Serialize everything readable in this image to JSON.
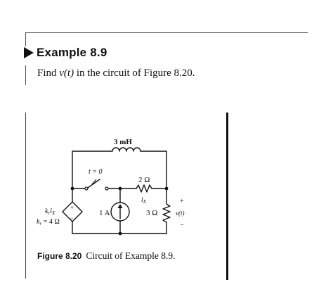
{
  "example": {
    "heading": "Example 8.9",
    "problem_prefix": "Find ",
    "problem_variable": "v(t)",
    "problem_suffix": " in the circuit of  Figure 8.20."
  },
  "circuit": {
    "inductor_label": "3 mH",
    "switch_label": "t = 0",
    "resistor_top_label": "2 Ω",
    "current_label": "i",
    "current_subscript": "X",
    "resistor_right_label": "3 Ω",
    "current_source_label": "1 A",
    "dependent_source_gain_label": "k",
    "dependent_source_gain_subscript": "r",
    "dependent_source_current_label": "i",
    "dependent_source_current_subscript": "X",
    "gain_value_prefix": "k",
    "gain_value_subscript": "r",
    "gain_value_suffix": " = 4 Ω",
    "output_plus": "+",
    "output_minus": "−",
    "output_variable": "v(t)",
    "source_plus": "+",
    "source_minus": "−"
  },
  "figure": {
    "caption_label": "Figure 8.20",
    "caption_text": "Circuit of Example 8.9."
  }
}
